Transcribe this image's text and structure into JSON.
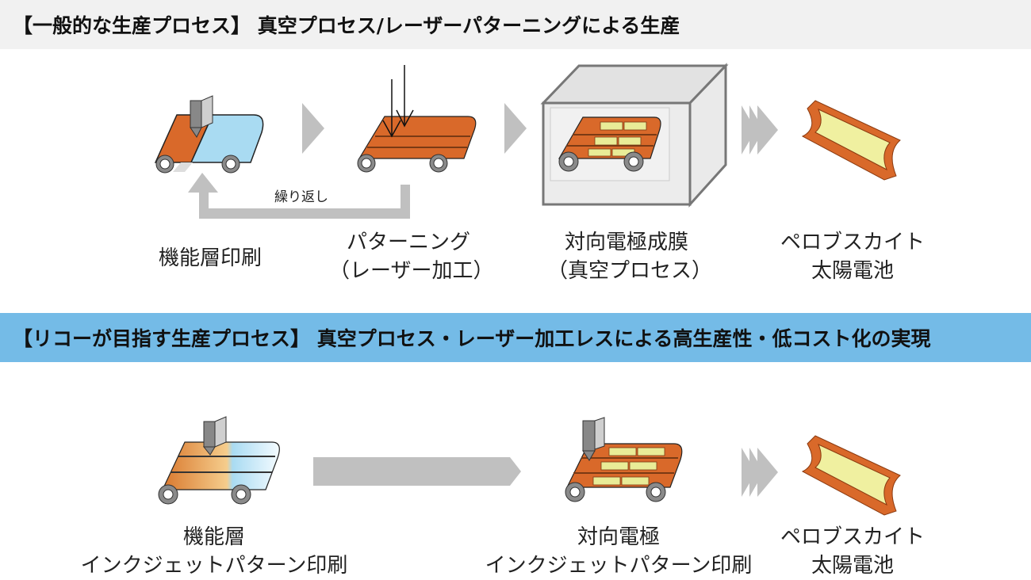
{
  "sections": {
    "conventional": {
      "title": "【一般的な生産プロセス】 真空プロセス/レーザーパターニングによる生産",
      "band_color": "#f1f1f1",
      "steps": [
        {
          "line1": "機能層印刷",
          "line2": ""
        },
        {
          "line1": "パターニング",
          "line2": "（レーザー加工）"
        },
        {
          "line1": "対向電極成膜",
          "line2": "（真空プロセス）"
        },
        {
          "line1": "ペロブスカイト",
          "line2": "太陽電池"
        }
      ],
      "loop_label": "繰り返し"
    },
    "ricoh": {
      "title": "【リコーが目指す生産プロセス】 真空プロセス・レーザー加工レスによる高生産性・低コスト化の実現",
      "band_color": "#74bbe7",
      "steps": [
        {
          "line1": "機能層",
          "line2": "インクジェットパターン印刷"
        },
        {
          "line1": "対向電極",
          "line2": "インクジェットパターン印刷"
        },
        {
          "line1": "ペロブスカイト",
          "line2": "太陽電池"
        }
      ]
    }
  },
  "colors": {
    "film_orange": "#d9692a",
    "film_blue": "#a9dbf2",
    "electrode_yellow": "#e9ec97",
    "arrow_gray": "#c0c0c0",
    "roller_gray": "#8a8a8a",
    "chamber_gray": "#e8e8e8"
  }
}
